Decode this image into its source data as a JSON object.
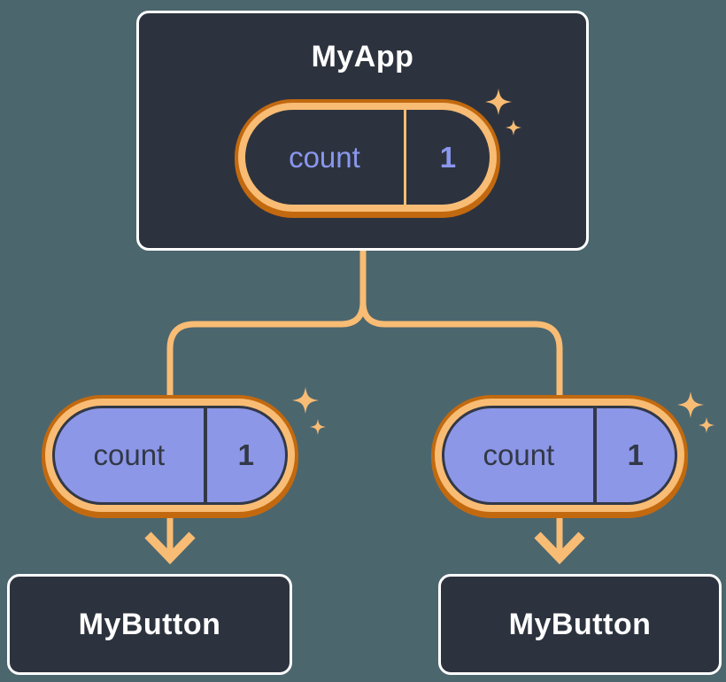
{
  "meta": {
    "description": "Component tree diagram: parent component holds state and passes it down as props to two child components",
    "diagram_type": "component-tree"
  },
  "colors": {
    "canvas-bg": "#4C666E",
    "node-bg": "#2D333E",
    "node-border": "#FFFFFF",
    "node-title": "#FFFFFF",
    "ring-light": "#F8BC74",
    "ring-dark": "#C2690F",
    "line": "#F8BC74",
    "state-text": "#8A97EE",
    "props-bg": "#8C97E8",
    "props-text": "#323846"
  },
  "tree": {
    "root": {
      "title": "MyApp",
      "state": {
        "name": "count",
        "value": "1"
      }
    },
    "children": [
      {
        "title": "MyButton",
        "prop": {
          "name": "count",
          "value": "1"
        }
      },
      {
        "title": "MyButton",
        "prop": {
          "name": "count",
          "value": "1"
        }
      }
    ]
  },
  "icons": {
    "sparkle": "four-point-sparkle"
  }
}
